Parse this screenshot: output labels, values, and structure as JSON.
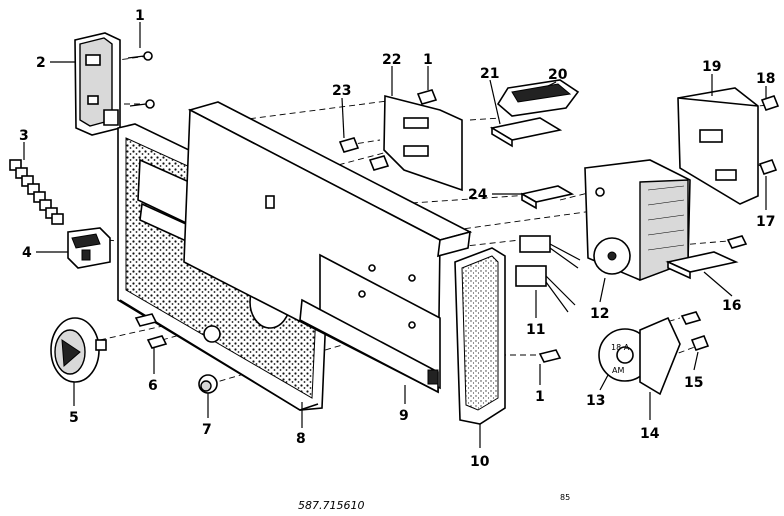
{
  "callouts": {
    "c1a": "1",
    "c2": "2",
    "c3": "3",
    "c4": "4",
    "c5": "5",
    "c6": "6",
    "c7": "7",
    "c8": "8",
    "c9": "9",
    "c10": "10",
    "c1b": "1",
    "c11": "11",
    "c12": "12",
    "c13": "13",
    "c14": "14",
    "c15": "15",
    "c16": "16",
    "c17": "17",
    "c18": "18",
    "c19": "19",
    "c20": "20",
    "c21": "21",
    "c22": "22",
    "c1c": "1",
    "c23": "23",
    "c24": "24",
    "c1d": "1"
  },
  "footer": {
    "part_number": "587.715610",
    "page_code": "85"
  }
}
